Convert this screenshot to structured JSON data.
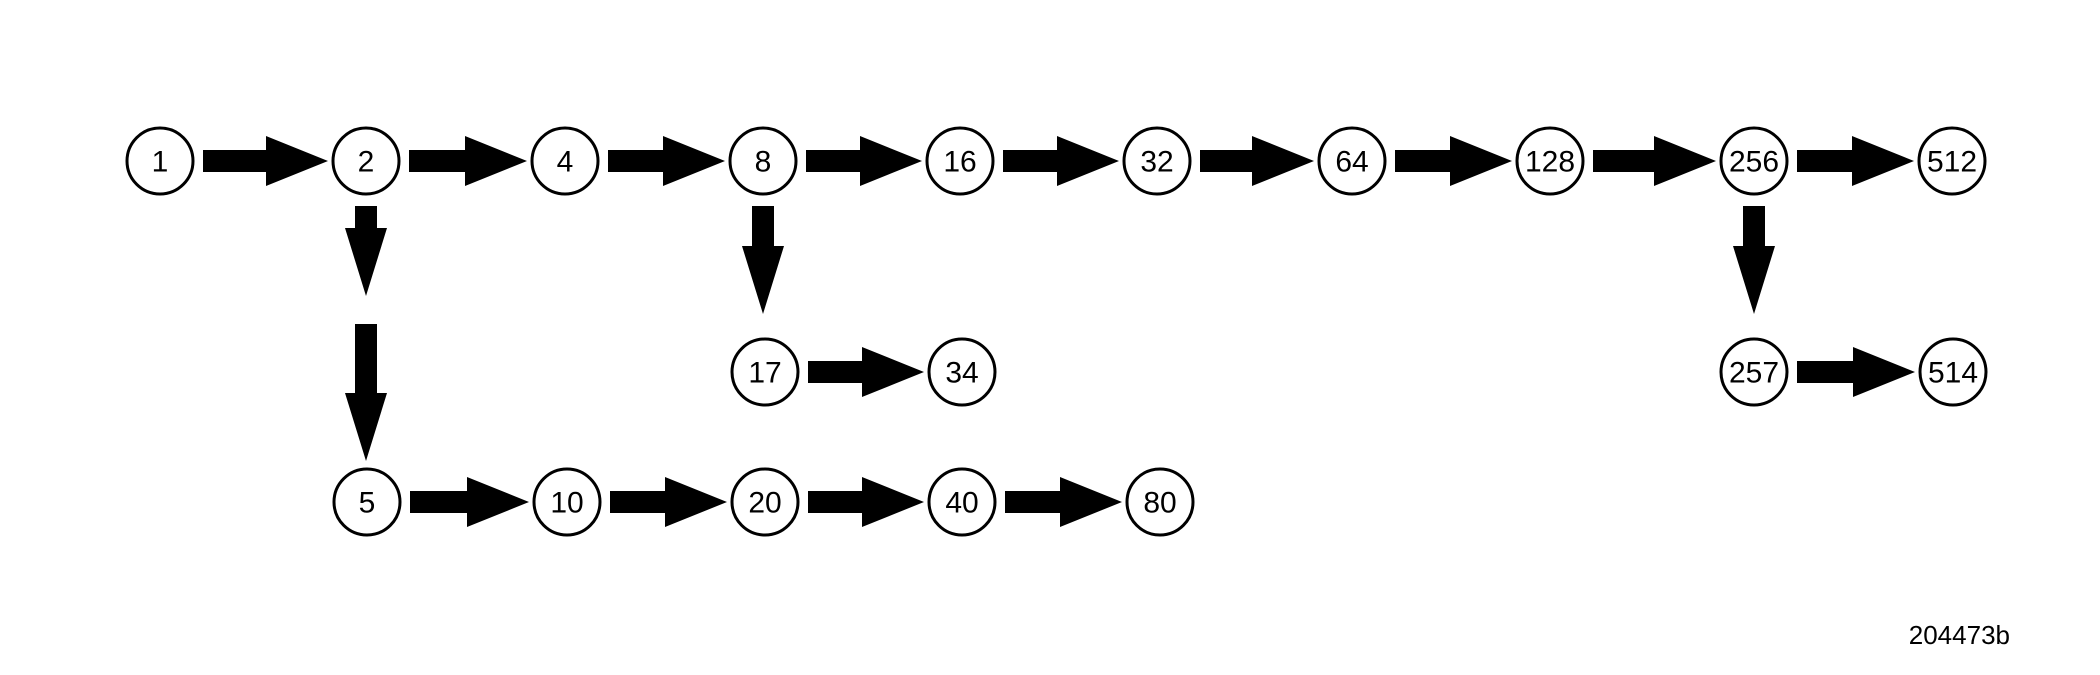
{
  "diagram": {
    "nodes": [
      {
        "id": "n1",
        "label": "1"
      },
      {
        "id": "n2",
        "label": "2"
      },
      {
        "id": "n4",
        "label": "4"
      },
      {
        "id": "n8",
        "label": "8"
      },
      {
        "id": "n16",
        "label": "16"
      },
      {
        "id": "n32",
        "label": "32"
      },
      {
        "id": "n64",
        "label": "64"
      },
      {
        "id": "n128",
        "label": "128"
      },
      {
        "id": "n256",
        "label": "256"
      },
      {
        "id": "n512",
        "label": "512"
      },
      {
        "id": "n17",
        "label": "17"
      },
      {
        "id": "n34",
        "label": "34"
      },
      {
        "id": "n257",
        "label": "257"
      },
      {
        "id": "n514",
        "label": "514"
      },
      {
        "id": "n5",
        "label": "5"
      },
      {
        "id": "n10",
        "label": "10"
      },
      {
        "id": "n20",
        "label": "20"
      },
      {
        "id": "n40",
        "label": "40"
      },
      {
        "id": "n80",
        "label": "80"
      }
    ],
    "edges": [
      {
        "from": "n1",
        "to": "n2"
      },
      {
        "from": "n2",
        "to": "n4"
      },
      {
        "from": "n4",
        "to": "n8"
      },
      {
        "from": "n8",
        "to": "n16"
      },
      {
        "from": "n16",
        "to": "n32"
      },
      {
        "from": "n32",
        "to": "n64"
      },
      {
        "from": "n64",
        "to": "n128"
      },
      {
        "from": "n128",
        "to": "n256"
      },
      {
        "from": "n256",
        "to": "n512"
      },
      {
        "from": "n2",
        "to": "n5"
      },
      {
        "from": "n8",
        "to": "n17"
      },
      {
        "from": "n17",
        "to": "n34"
      },
      {
        "from": "n256",
        "to": "n257"
      },
      {
        "from": "n257",
        "to": "n514"
      },
      {
        "from": "n5",
        "to": "n10"
      },
      {
        "from": "n10",
        "to": "n20"
      },
      {
        "from": "n20",
        "to": "n40"
      },
      {
        "from": "n40",
        "to": "n80"
      }
    ],
    "figure_id": "204473b"
  }
}
